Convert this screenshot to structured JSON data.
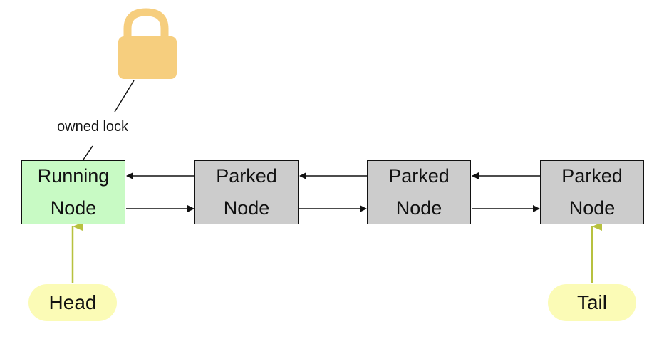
{
  "lock": {
    "icon": "lock-icon",
    "color": "#f6ce7e",
    "caption": "owned lock"
  },
  "nodes": [
    {
      "status": "Running",
      "label": "Node",
      "color": "#c8fac4"
    },
    {
      "status": "Parked",
      "label": "Node",
      "color": "#cccccc"
    },
    {
      "status": "Parked",
      "label": "Node",
      "color": "#cccccc"
    },
    {
      "status": "Parked",
      "label": "Node",
      "color": "#cccccc"
    }
  ],
  "pointers": {
    "head": {
      "label": "Head",
      "color": "#fbfbb6",
      "arrow_color": "#b7c13f"
    },
    "tail": {
      "label": "Tail",
      "color": "#fbfbb6",
      "arrow_color": "#b7c13f"
    }
  }
}
